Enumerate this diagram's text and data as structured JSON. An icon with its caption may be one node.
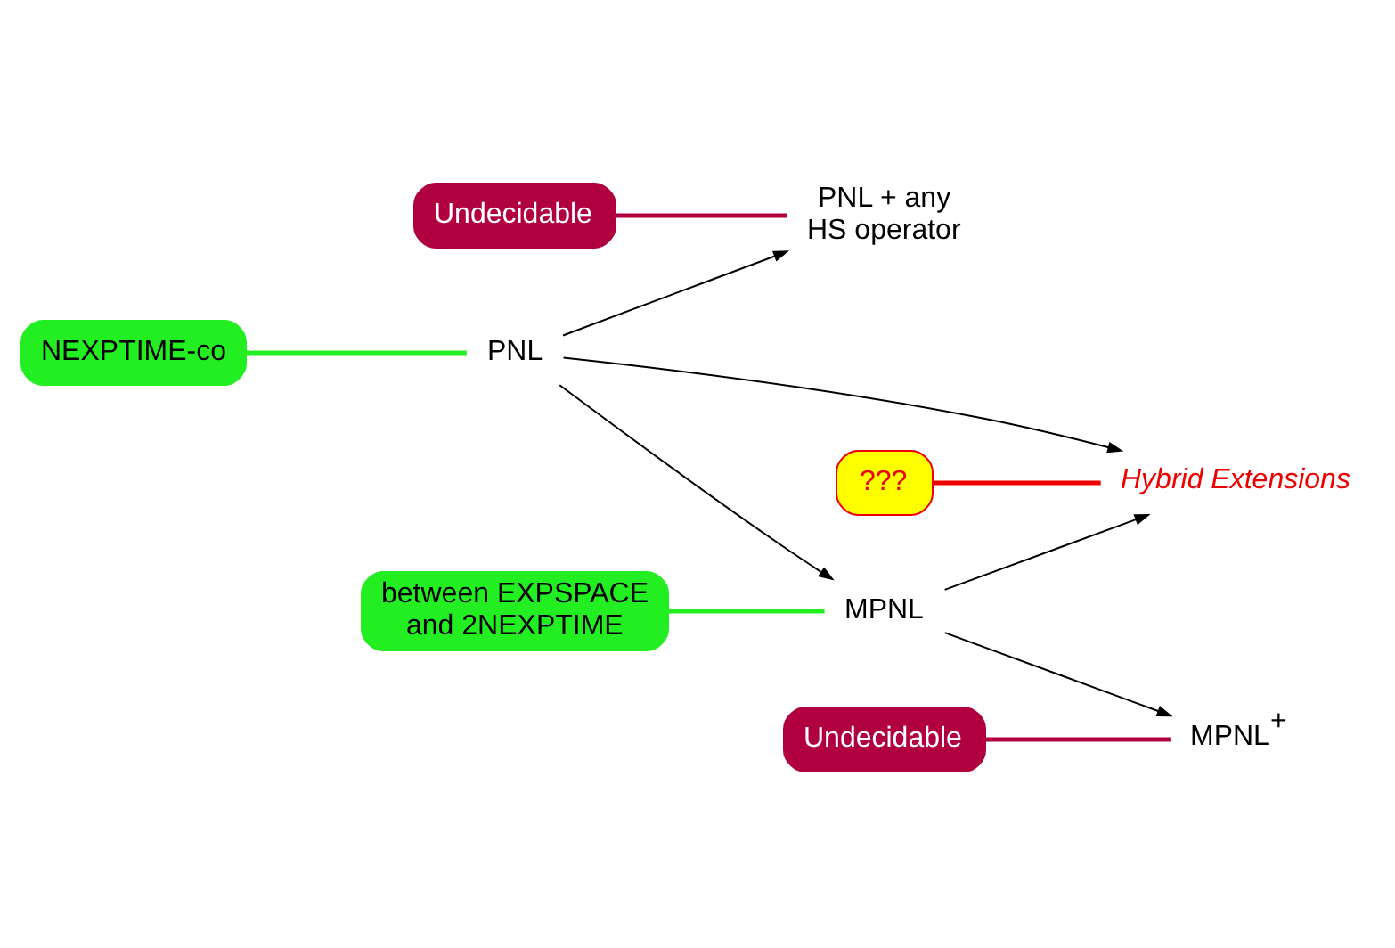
{
  "diagram": {
    "nodes": [
      {
        "text": [
          "PNL + any HS operator"
        ]
      },
      {
        "text": [
          "Undecidable"
        ]
      },
      {
        "text": [
          "NEXPTIME-co"
        ]
      },
      {
        "text": [
          "PNL"
        ]
      },
      {
        "text": [
          "???"
        ]
      },
      {
        "text": [
          "Hybrid Extensions"
        ]
      },
      {
        "text": [
          "MPNL"
        ]
      },
      {
        "text": [
          "MPNL$^{+}$"
        ]
      },
      {
        "text": [
          "between EXPSPACE and 2NEXPTIME"
        ]
      },
      {
        "text": [
          "Undecidable"
        ]
      }
    ],
    "edges": [
      {
        "from": 3,
        "to": 0,
        "arrow": "to"
      },
      {
        "from": 3,
        "to": 5,
        "arrow": "to"
      },
      {
        "from": 3,
        "to": 6,
        "arrow": "to"
      },
      {
        "from": 6,
        "to": 5,
        "arrow": "to"
      },
      {
        "from": 6,
        "to": 7,
        "arrow": "to"
      },
      {
        "from": 1,
        "to": 0,
        "arrow": "none",
        "style": "thick",
        "color": "#b0003f"
      },
      {
        "from": 2,
        "to": 3,
        "arrow": "none",
        "style": "thick",
        "color": "#22ee22"
      },
      {
        "from": 4,
        "to": 5,
        "arrow": "none",
        "style": "thick",
        "color": "#ee0000"
      },
      {
        "from": 8,
        "to": 6,
        "arrow": "none",
        "style": "thick",
        "color": "#22ee22"
      },
      {
        "from": 9,
        "to": 7,
        "arrow": "none",
        "style": "thick",
        "color": "#b0003f"
      }
    ]
  }
}
